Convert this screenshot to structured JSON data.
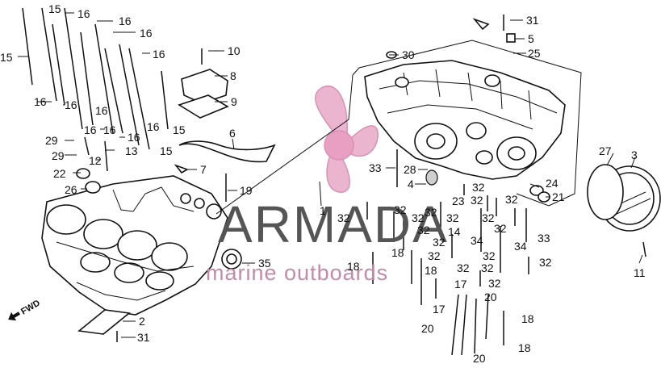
{
  "watermark": {
    "brand": "ARMADA",
    "tagline": "marine outboards"
  },
  "orientation_label": "FWD",
  "callouts": [
    {
      "id": "c1",
      "text": "15"
    },
    {
      "id": "c2",
      "text": "16"
    },
    {
      "id": "c3",
      "text": "16"
    },
    {
      "id": "c4",
      "text": "16"
    },
    {
      "id": "c5",
      "text": "16"
    },
    {
      "id": "c6",
      "text": "15"
    },
    {
      "id": "c7",
      "text": "16"
    },
    {
      "id": "c8",
      "text": "16"
    },
    {
      "id": "c9",
      "text": "16"
    },
    {
      "id": "c10",
      "text": "16"
    },
    {
      "id": "c11",
      "text": "16"
    },
    {
      "id": "c12",
      "text": "16"
    },
    {
      "id": "c13",
      "text": "16"
    },
    {
      "id": "c14",
      "text": "29"
    },
    {
      "id": "c15",
      "text": "29"
    },
    {
      "id": "c16",
      "text": "12"
    },
    {
      "id": "c17",
      "text": "13"
    },
    {
      "id": "c18",
      "text": "15"
    },
    {
      "id": "c19",
      "text": "15"
    },
    {
      "id": "c20",
      "text": "22"
    },
    {
      "id": "c21",
      "text": "26"
    },
    {
      "id": "c22",
      "text": "10"
    },
    {
      "id": "c23",
      "text": "8"
    },
    {
      "id": "c24",
      "text": "9"
    },
    {
      "id": "c25",
      "text": "6"
    },
    {
      "id": "c26",
      "text": "7"
    },
    {
      "id": "c27",
      "text": "19"
    },
    {
      "id": "c28",
      "text": "1"
    },
    {
      "id": "c29",
      "text": "35"
    },
    {
      "id": "c30",
      "text": "2"
    },
    {
      "id": "c31",
      "text": "31"
    },
    {
      "id": "c32",
      "text": "30"
    },
    {
      "id": "c33",
      "text": "31"
    },
    {
      "id": "c34",
      "text": "5"
    },
    {
      "id": "c35",
      "text": "25"
    },
    {
      "id": "c36",
      "text": "33"
    },
    {
      "id": "c37",
      "text": "28"
    },
    {
      "id": "c38",
      "text": "4"
    },
    {
      "id": "c39",
      "text": "23"
    },
    {
      "id": "c40",
      "text": "32"
    },
    {
      "id": "c41",
      "text": "32"
    },
    {
      "id": "c42",
      "text": "32"
    },
    {
      "id": "c43",
      "text": "24"
    },
    {
      "id": "c44",
      "text": "21"
    },
    {
      "id": "c45",
      "text": "27"
    },
    {
      "id": "c46",
      "text": "3"
    },
    {
      "id": "c47",
      "text": "32"
    },
    {
      "id": "c48",
      "text": "32"
    },
    {
      "id": "c49",
      "text": "32"
    },
    {
      "id": "c50",
      "text": "32"
    },
    {
      "id": "c51",
      "text": "32"
    },
    {
      "id": "c52",
      "text": "14"
    },
    {
      "id": "c53",
      "text": "32"
    },
    {
      "id": "c54",
      "text": "32"
    },
    {
      "id": "c55",
      "text": "32"
    },
    {
      "id": "c56",
      "text": "32"
    },
    {
      "id": "c57",
      "text": "33"
    },
    {
      "id": "c58",
      "text": "34"
    },
    {
      "id": "c59",
      "text": "34"
    },
    {
      "id": "c60",
      "text": "32"
    },
    {
      "id": "c61",
      "text": "11"
    },
    {
      "id": "c62",
      "text": "18"
    },
    {
      "id": "c63",
      "text": "18"
    },
    {
      "id": "c64",
      "text": "18"
    },
    {
      "id": "c65",
      "text": "32"
    },
    {
      "id": "c66",
      "text": "32"
    },
    {
      "id": "c67",
      "text": "32"
    },
    {
      "id": "c68",
      "text": "17"
    },
    {
      "id": "c69",
      "text": "17"
    },
    {
      "id": "c70",
      "text": "20"
    },
    {
      "id": "c71",
      "text": "20"
    },
    {
      "id": "c72",
      "text": "20"
    },
    {
      "id": "c73",
      "text": "18"
    },
    {
      "id": "c74",
      "text": "18"
    },
    {
      "id": "c75",
      "text": "32"
    },
    {
      "id": "c76",
      "text": "32"
    }
  ]
}
